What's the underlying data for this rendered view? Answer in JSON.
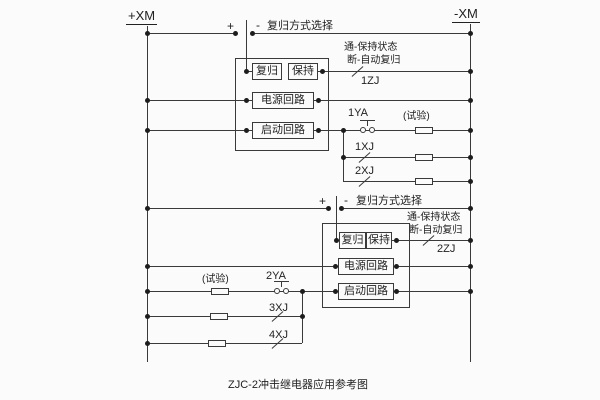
{
  "caption": "ZJC-2冲击继电器应用参考图",
  "bus": {
    "positive_label": "+XM",
    "negative_label": "-XM"
  },
  "block1": {
    "selector": {
      "plus": "+",
      "minus": "-",
      "label": "复归方式选择"
    },
    "units": {
      "reset": "复归",
      "hold": "保持",
      "power": "电源回路",
      "start": "启动回路"
    },
    "notes": {
      "on_state": "通-保持状态",
      "off_state": "断-自动复归"
    },
    "relay_contact": "1ZJ",
    "pushbutton": "1YA",
    "test": "(试验)",
    "contact_a": "1XJ",
    "contact_b": "2XJ"
  },
  "block2": {
    "selector": {
      "plus": "+",
      "minus": "-",
      "label": "复归方式选择"
    },
    "units": {
      "reset": "复归",
      "hold": "保持",
      "power": "电源回路",
      "start": "启动回路"
    },
    "notes": {
      "on_state": "通-保持状态",
      "off_state": "断-自动复归"
    },
    "relay_contact": "2ZJ",
    "pushbutton": "2YA",
    "test": "(试验)",
    "contact_a": "3XJ",
    "contact_b": "4XJ"
  }
}
